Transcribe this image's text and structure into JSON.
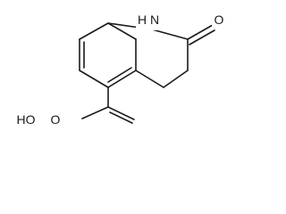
{
  "labels": {
    "nh": "H N",
    "n": "N",
    "h": "H",
    "carbonyl_o": "O",
    "acid_o": "O",
    "hydroxyl": "HO"
  }
}
